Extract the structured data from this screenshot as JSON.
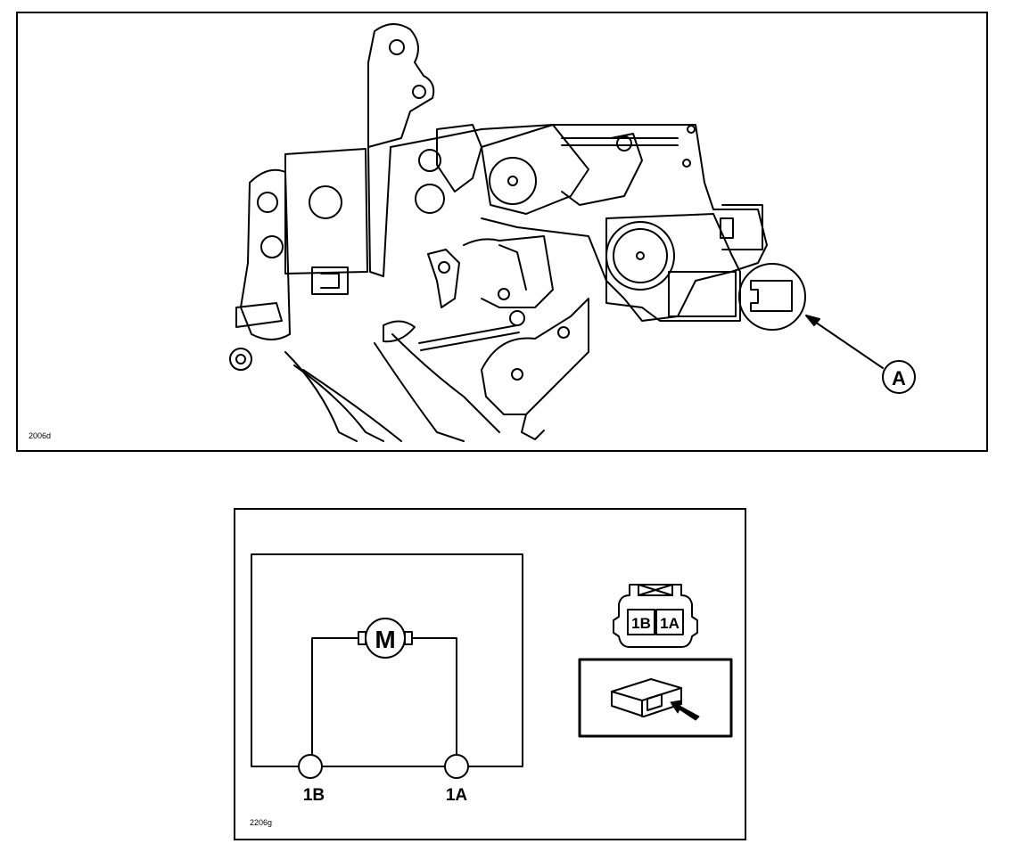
{
  "top_figure": {
    "reference_code": "2006d",
    "callout_label": "A"
  },
  "bottom_figure": {
    "reference_code": "2206g",
    "motor_symbol": "M",
    "terminal_left": "1B",
    "terminal_right": "1A",
    "connector_pin_left": "1B",
    "connector_pin_right": "1A"
  }
}
